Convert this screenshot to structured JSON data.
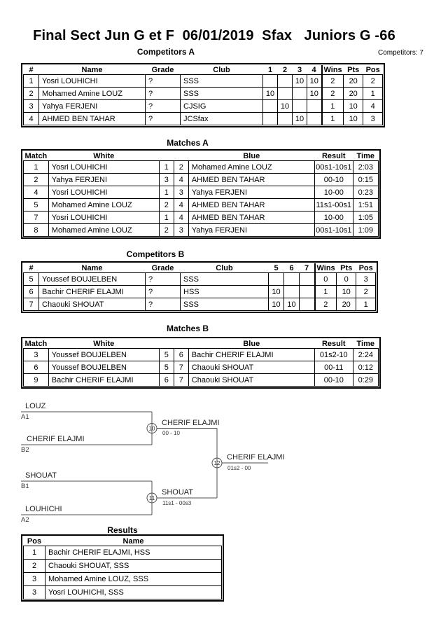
{
  "title": "Final Sect Jun G et F  06/01/2019  Sfax   Juniors G -66",
  "competitors_total": "Competitors: 7",
  "competitors_a": {
    "heading": "Competitors A",
    "col_headers": {
      "num": "#",
      "name": "Name",
      "grade": "Grade",
      "club": "Club",
      "s1": "1",
      "s2": "2",
      "s3": "3",
      "s4": "4",
      "wins": "Wins",
      "pts": "Pts",
      "pos": "Pos"
    },
    "rows": [
      {
        "num": "1",
        "name": "Yosri LOUHICHI",
        "grade": "?",
        "club": "SSS",
        "s1": "",
        "s2": "",
        "s3": "10",
        "s4": "10",
        "wins": "2",
        "pts": "20",
        "pos": "2"
      },
      {
        "num": "2",
        "name": "Mohamed Amine LOUZ",
        "grade": "?",
        "club": "SSS",
        "s1": "10",
        "s2": "",
        "s3": "",
        "s4": "10",
        "wins": "2",
        "pts": "20",
        "pos": "1"
      },
      {
        "num": "3",
        "name": "Yahya FERJENI",
        "grade": "?",
        "club": "CJSIG",
        "s1": "",
        "s2": "10",
        "s3": "",
        "s4": "",
        "wins": "1",
        "pts": "10",
        "pos": "4"
      },
      {
        "num": "4",
        "name": "AHMED BEN TAHAR",
        "grade": "?",
        "club": "JCSfax",
        "s1": "",
        "s2": "",
        "s3": "10",
        "s4": "",
        "wins": "1",
        "pts": "10",
        "pos": "3"
      }
    ]
  },
  "matches_a": {
    "heading": "Matches A",
    "col_headers": {
      "match": "Match",
      "white": "White",
      "blue": "Blue",
      "result": "Result",
      "time": "Time"
    },
    "rows": [
      {
        "match": "1",
        "white": "Yosri LOUHICHI",
        "wn": "1",
        "bn": "2",
        "blue": "Mohamed Amine LOUZ",
        "result": "00s1-10s1",
        "time": "2:03"
      },
      {
        "match": "2",
        "white": "Yahya FERJENI",
        "wn": "3",
        "bn": "4",
        "blue": "AHMED BEN TAHAR",
        "result": "00-10",
        "time": "0:15"
      },
      {
        "match": "4",
        "white": "Yosri LOUHICHI",
        "wn": "1",
        "bn": "3",
        "blue": "Yahya FERJENI",
        "result": "10-00",
        "time": "0:23"
      },
      {
        "match": "5",
        "white": "Mohamed Amine LOUZ",
        "wn": "2",
        "bn": "4",
        "blue": "AHMED BEN TAHAR",
        "result": "11s1-00s1",
        "time": "1:51"
      },
      {
        "match": "7",
        "white": "Yosri LOUHICHI",
        "wn": "1",
        "bn": "4",
        "blue": "AHMED BEN TAHAR",
        "result": "10-00",
        "time": "1:05"
      },
      {
        "match": "8",
        "white": "Mohamed Amine LOUZ",
        "wn": "2",
        "bn": "3",
        "blue": "Yahya FERJENI",
        "result": "00s1-10s1",
        "time": "1:09"
      }
    ]
  },
  "competitors_b": {
    "heading": "Competitors B",
    "col_headers": {
      "num": "#",
      "name": "Name",
      "grade": "Grade",
      "club": "Club",
      "s1": "5",
      "s2": "6",
      "s3": "7",
      "wins": "Wins",
      "pts": "Pts",
      "pos": "Pos"
    },
    "rows": [
      {
        "num": "5",
        "name": "Youssef BOUJELBEN",
        "grade": "?",
        "club": "SSS",
        "s1": "",
        "s2": "",
        "s3": "",
        "wins": "0",
        "pts": "0",
        "pos": "3"
      },
      {
        "num": "6",
        "name": "Bachir CHERIF ELAJMI",
        "grade": "?",
        "club": "HSS",
        "s1": "10",
        "s2": "",
        "s3": "",
        "wins": "1",
        "pts": "10",
        "pos": "2"
      },
      {
        "num": "7",
        "name": "Chaouki SHOUAT",
        "grade": "?",
        "club": "SSS",
        "s1": "10",
        "s2": "10",
        "s3": "",
        "wins": "2",
        "pts": "20",
        "pos": "1"
      }
    ]
  },
  "matches_b": {
    "heading": "Matches B",
    "col_headers": {
      "match": "Match",
      "white": "White",
      "blue": "Blue",
      "result": "Result",
      "time": "Time"
    },
    "rows": [
      {
        "match": "3",
        "white": "Youssef BOUJELBEN",
        "wn": "5",
        "bn": "6",
        "blue": "Bachir CHERIF ELAJMI",
        "result": "01s2-10",
        "time": "2:24"
      },
      {
        "match": "6",
        "white": "Youssef BOUJELBEN",
        "wn": "5",
        "bn": "7",
        "blue": "Chaouki SHOUAT",
        "result": "00-11",
        "time": "0:12"
      },
      {
        "match": "9",
        "white": "Bachir CHERIF ELAJMI",
        "wn": "6",
        "bn": "7",
        "blue": "Chaouki SHOUAT",
        "result": "00-10",
        "time": "0:29"
      }
    ]
  },
  "bracket": {
    "seeds": [
      {
        "name": "LOUZ",
        "tag": "A1"
      },
      {
        "name": "CHERIF ELAJMI",
        "tag": "B2"
      },
      {
        "name": "SHOUAT",
        "tag": "B1"
      },
      {
        "name": "LOUHICHI",
        "tag": "A2"
      }
    ],
    "sf1": {
      "match_no": "10",
      "winner": "CHERIF ELAJMI",
      "score": "00 - 10"
    },
    "sf2": {
      "match_no": "11",
      "winner": "SHOUAT",
      "score": "11s1 - 00s3"
    },
    "final": {
      "match_no": "12",
      "winner": "CHERIF ELAJMI",
      "score": "01s2 - 00"
    }
  },
  "results": {
    "heading": "Results",
    "col_headers": {
      "pos": "Pos",
      "name": "Name"
    },
    "rows": [
      {
        "pos": "1",
        "name": "Bachir CHERIF ELAJMI, HSS"
      },
      {
        "pos": "2",
        "name": "Chaouki SHOUAT, SSS"
      },
      {
        "pos": "3",
        "name": "Mohamed Amine LOUZ, SSS"
      },
      {
        "pos": "3",
        "name": "Yosri LOUHICHI, SSS"
      }
    ]
  }
}
